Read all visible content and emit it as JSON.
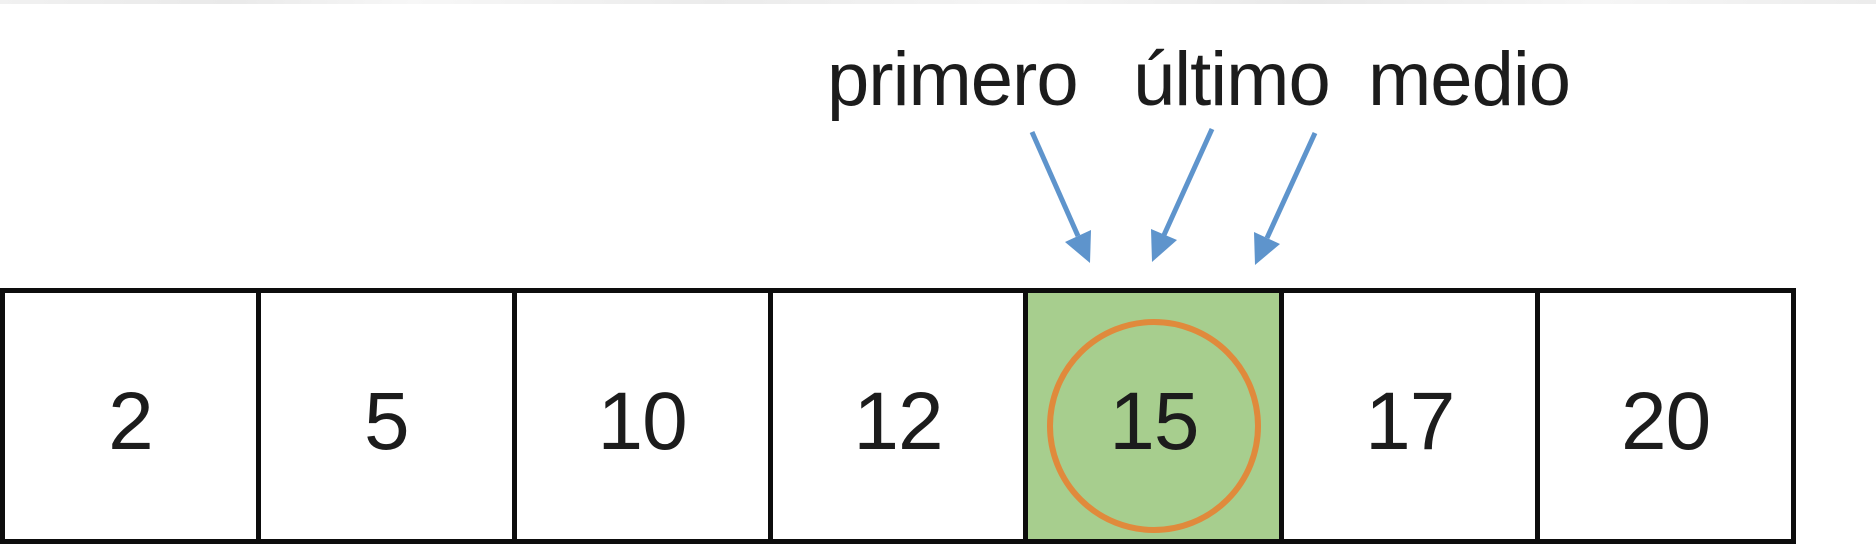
{
  "diagram": {
    "description_labels": {
      "items": [
        {
          "text": "primero"
        },
        {
          "text": "último"
        },
        {
          "text": "medio"
        }
      ]
    },
    "array": {
      "cells": [
        {
          "value": "2",
          "highlighted": false,
          "circled": false
        },
        {
          "value": "5",
          "highlighted": false,
          "circled": false
        },
        {
          "value": "10",
          "highlighted": false,
          "circled": false
        },
        {
          "value": "12",
          "highlighted": false,
          "circled": false
        },
        {
          "value": "15",
          "highlighted": true,
          "circled": true
        },
        {
          "value": "17",
          "highlighted": false,
          "circled": false
        },
        {
          "value": "20",
          "highlighted": false,
          "circled": false
        }
      ]
    },
    "arrows": {
      "count": 3,
      "icon": "arrow-down-icon",
      "points_to_value": "15"
    },
    "colors": {
      "highlight_green": "#A7CE8E",
      "circle_orange": "#E08A3C",
      "arrow_blue": "#5E94CC",
      "border_black": "#0D0D0D",
      "text_black": "#1C1C1C"
    }
  }
}
